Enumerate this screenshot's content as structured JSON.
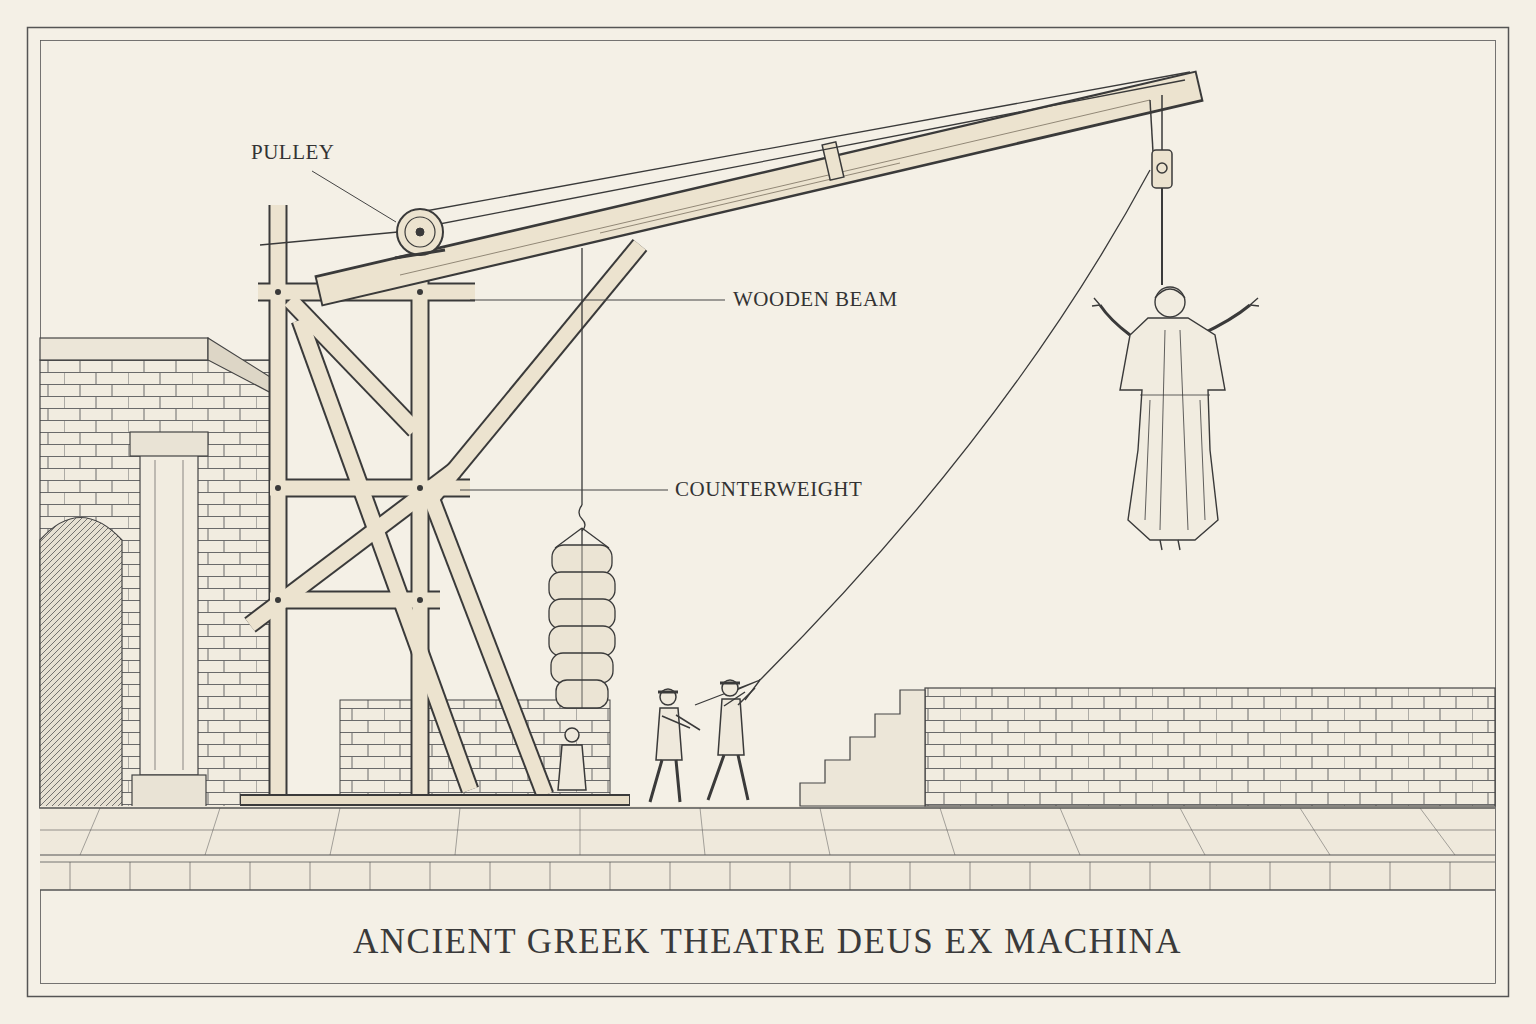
{
  "diagram": {
    "title": "ANCIENT GREEK THEATRE DEUS EX MACHINA",
    "labels": [
      "PULLEY",
      "WOODEN BEAM",
      "COUNTERWEIGHT"
    ]
  }
}
